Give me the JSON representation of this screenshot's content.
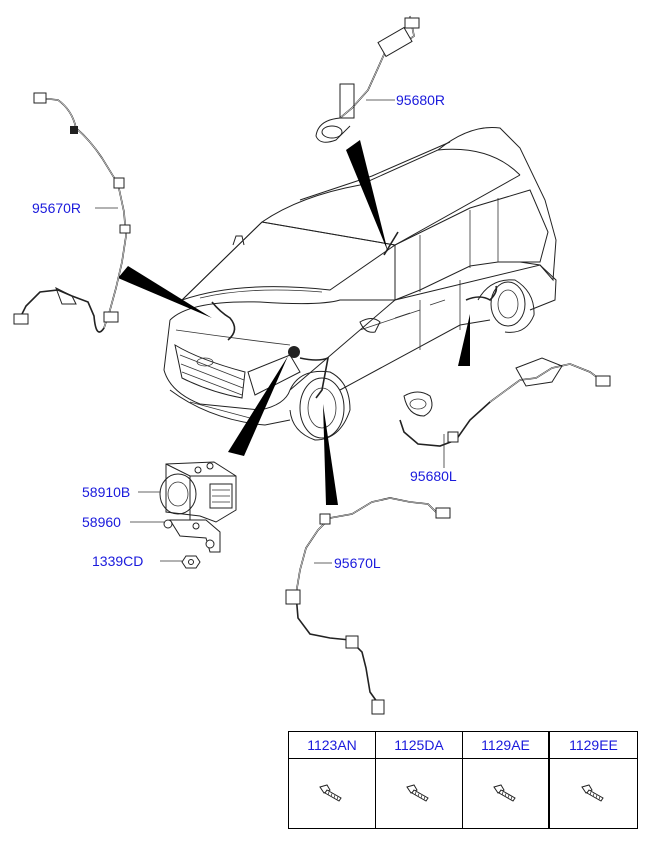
{
  "callouts": [
    {
      "id": "p1",
      "label": "95680R"
    },
    {
      "id": "p2",
      "label": "95670R"
    },
    {
      "id": "p3",
      "label": "95680L"
    },
    {
      "id": "p4",
      "label": "58910B"
    },
    {
      "id": "p5",
      "label": "58960"
    },
    {
      "id": "p6",
      "label": "1339CD"
    },
    {
      "id": "p7",
      "label": "95670L"
    }
  ],
  "fastener_table": {
    "columns": [
      "1123AN",
      "1125DA",
      "1129AE",
      "1129EE"
    ],
    "icons": [
      "bolt-icon",
      "bolt-icon",
      "bolt-icon",
      "bolt-icon"
    ]
  }
}
